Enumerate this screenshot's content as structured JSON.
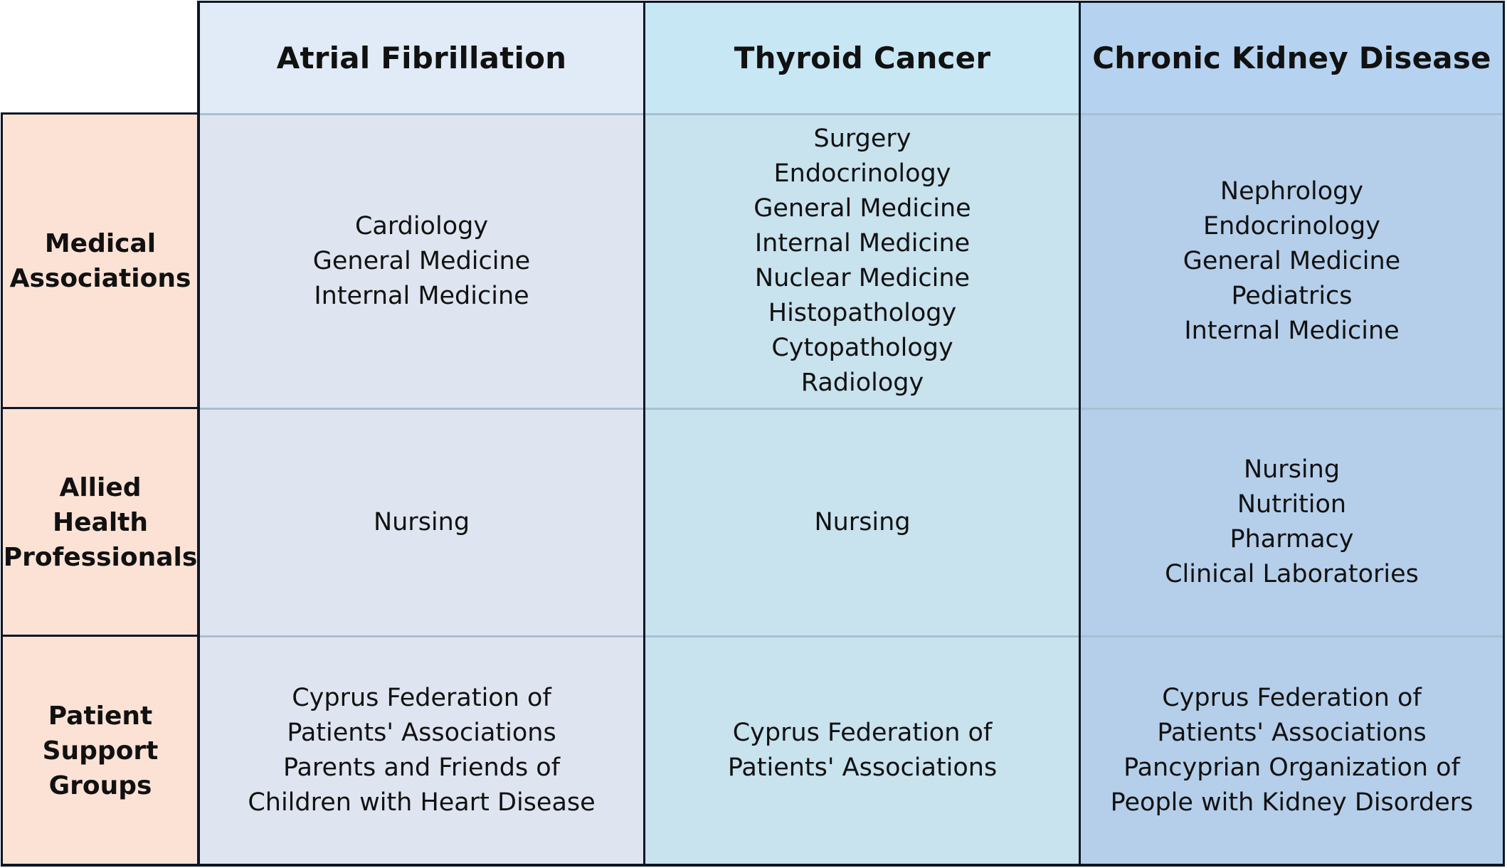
{
  "columns": [
    {
      "title": "Atrial Fibrillation"
    },
    {
      "title": "Thyroid Cancer"
    },
    {
      "title": "Chronic Kidney Disease"
    }
  ],
  "rows": [
    {
      "label": [
        "Medical",
        "Associations"
      ],
      "cells": [
        [
          "Cardiology",
          "General Medicine",
          "Internal Medicine"
        ],
        [
          "Surgery",
          "Endocrinology",
          "General Medicine",
          "Internal Medicine",
          "Nuclear Medicine",
          "Histopathology",
          "Cytopathology",
          "Radiology"
        ],
        [
          "Nephrology",
          "Endocrinology",
          "General Medicine",
          "Pediatrics",
          "Internal Medicine"
        ]
      ]
    },
    {
      "label": [
        "Allied",
        "Health",
        "Professionals"
      ],
      "cells": [
        [
          "Nursing"
        ],
        [
          "Nursing"
        ],
        [
          "Nursing",
          "Nutrition",
          "Pharmacy",
          "Clinical Laboratories"
        ]
      ]
    },
    {
      "label": [
        "Patient",
        "Support",
        "Groups"
      ],
      "cells": [
        [
          "Cyprus Federation of",
          "Patients' Associations",
          "Parents and Friends of",
          "Children with Heart Disease"
        ],
        [
          "Cyprus Federation of",
          "Patients' Associations"
        ],
        [
          "Cyprus Federation of",
          "Patients' Associations",
          "Pancyprian Organization of",
          "People with Kidney Disorders"
        ]
      ]
    }
  ]
}
